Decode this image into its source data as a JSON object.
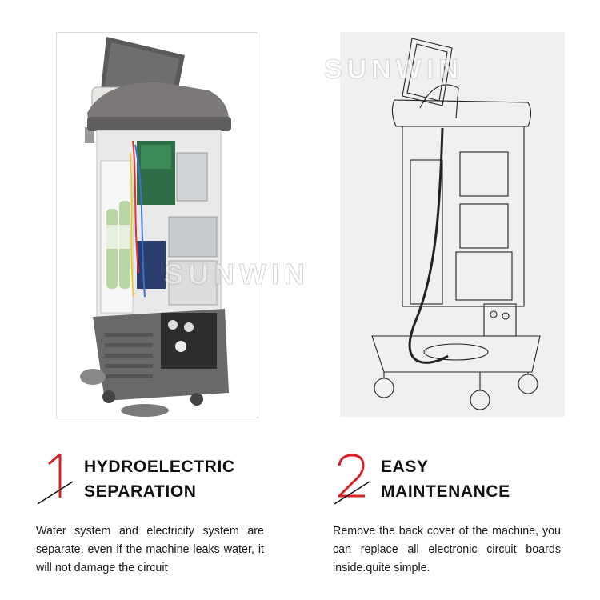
{
  "watermark": {
    "text": "SUNWIN"
  },
  "features": [
    {
      "number": "1",
      "title_line1": "HYDROELECTRIC",
      "title_line2": "SEPARATION",
      "description": "Water system and electricity system are separate, even if the machine leaks water, it will not damage the circuit"
    },
    {
      "number": "2",
      "title_line1": "EASY",
      "title_line2": "MAINTENANCE",
      "description": "Remove the back cover of the machine, you can replace all electronic circuit boards inside.quite simple."
    }
  ],
  "colors": {
    "accent": "#d7202a",
    "text": "#111111",
    "machine_grey": "#6b6a6a"
  },
  "images": [
    {
      "icon": "machine-photo-icon",
      "subject": "open machine cabinet photo"
    },
    {
      "icon": "machine-sketch-icon",
      "subject": "machine line drawing"
    }
  ]
}
